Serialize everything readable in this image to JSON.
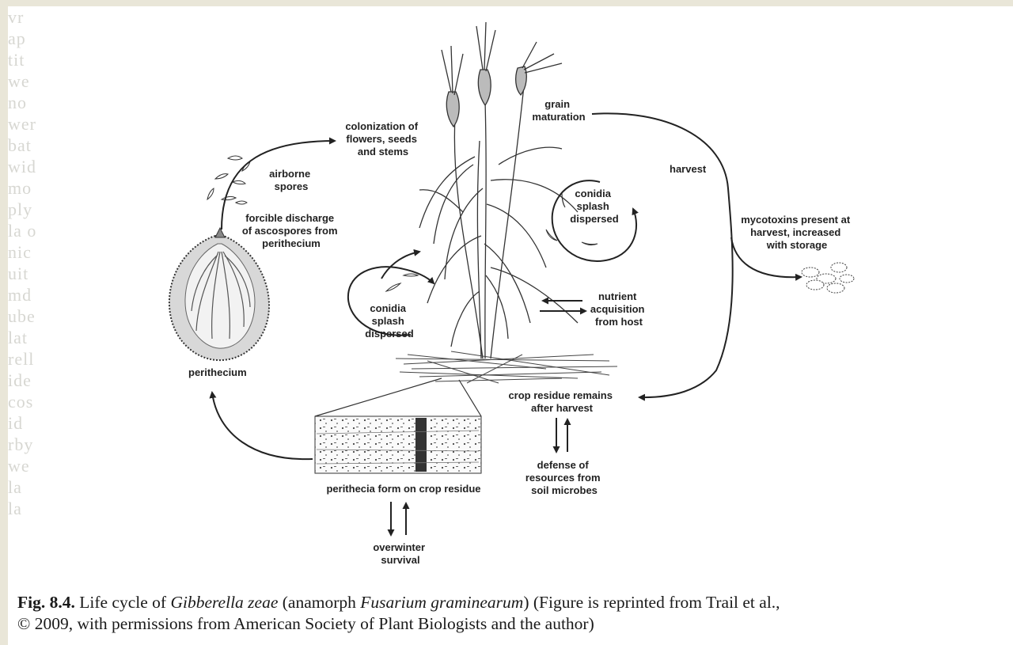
{
  "labels": {
    "grain_maturation": [
      "grain",
      "maturation"
    ],
    "colonization": [
      "colonization of",
      "flowers, seeds",
      "and stems"
    ],
    "airborne": [
      "airborne",
      "spores"
    ],
    "forcible": [
      "forcible discharge",
      "of ascospores from",
      "perithecium"
    ],
    "conidia_top": [
      "conidia",
      "splash",
      "dispersed"
    ],
    "conidia_left": [
      "conidia",
      "splash",
      "dispersed"
    ],
    "harvest": [
      "harvest"
    ],
    "mycotoxins": [
      "mycotoxins present at",
      "harvest, increased",
      "with storage"
    ],
    "nutrient": [
      "nutrient",
      "acquisition",
      "from host"
    ],
    "perithecium": [
      "perithecium"
    ],
    "crop_residue": [
      "crop residue remains",
      "after harvest"
    ],
    "defense": [
      "defense of",
      "resources from",
      "soil microbes"
    ],
    "perithecia_form": [
      "perithecia form on crop residue"
    ],
    "overwinter": [
      "overwinter",
      "survival"
    ]
  },
  "caption": {
    "fig_label": "Fig. 8.4.",
    "text_1": " Life cycle of ",
    "species": "Gibberella zeae",
    "text_2": " (anamorph ",
    "anamorph": "Fusarium graminearum",
    "text_3": ") (Figure is reprinted from Trail et al.,",
    "line_2": "© 2009, with permissions from American Society of Plant Biologists and the author)"
  },
  "bleed_through": "vr\nap\ntit\nwe\nno\nwer\nbat\nwid\nmo\nply\nla o\nnic\nuit\nmd\nube\nlat\nrell\nide\ncos\nid\nrby\nwe\nla\nla"
}
